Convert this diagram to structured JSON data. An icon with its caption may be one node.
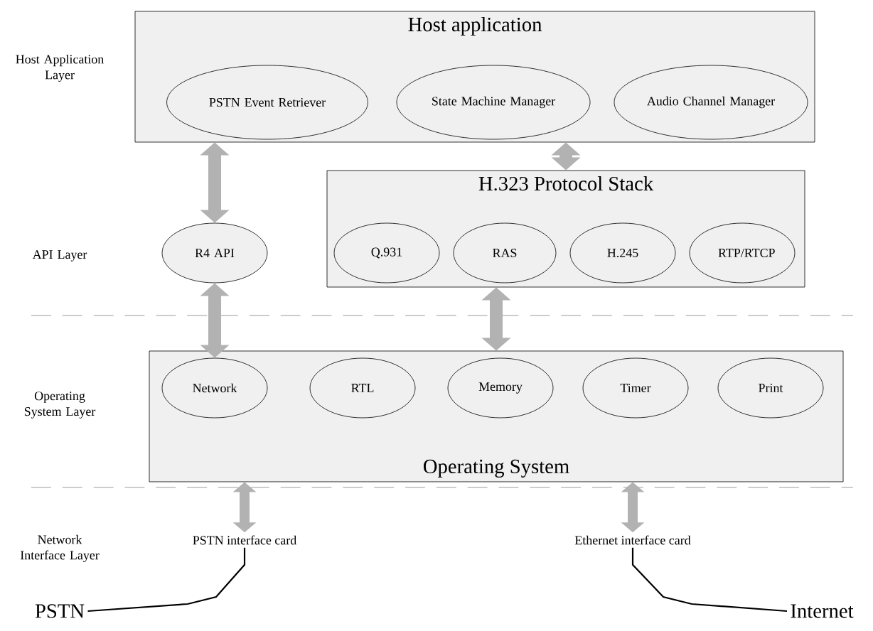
{
  "diagram": {
    "nodes": [
      {
        "text": [
          "Host application"
        ]
      },
      {
        "text": [
          "PSTN Event Retriever"
        ],
        "in": 0
      },
      {
        "text": [
          "State Machine Manager"
        ],
        "in": 0
      },
      {
        "text": [
          "Audio Channel Manager"
        ],
        "in": 0
      },
      {
        "text": [
          "H.323 Protocol Stack"
        ]
      },
      {
        "text": [
          "Q.931"
        ],
        "in": 4
      },
      {
        "text": [
          "RAS"
        ],
        "in": 4
      },
      {
        "text": [
          "H.245"
        ],
        "in": 4
      },
      {
        "text": [
          "RTP/RTCP"
        ],
        "in": 4
      },
      {
        "text": [
          "R4 API"
        ]
      },
      {
        "text": [
          "Operating System"
        ]
      },
      {
        "text": [
          "Network"
        ],
        "in": 10
      },
      {
        "text": [
          "RTL"
        ],
        "in": 10
      },
      {
        "text": [
          "Memory"
        ],
        "in": 10
      },
      {
        "text": [
          "Timer"
        ],
        "in": 10
      },
      {
        "text": [
          "Print"
        ],
        "in": 10
      },
      {
        "text": [
          "PSTN interface card"
        ]
      },
      {
        "text": [
          "Ethernet interface card"
        ]
      },
      {
        "text": [
          "PSTN"
        ]
      },
      {
        "text": [
          "Internet"
        ]
      }
    ],
    "edges": [
      {
        "from": 0,
        "to": 9,
        "arrow": "both"
      },
      {
        "from": 0,
        "to": 4,
        "arrow": "both"
      },
      {
        "from": 9,
        "to": 11,
        "arrow": "both"
      },
      {
        "from": 4,
        "to": 10,
        "arrow": "both"
      },
      {
        "from": 10,
        "to": 16,
        "arrow": "both"
      },
      {
        "from": 10,
        "to": 17,
        "arrow": "both"
      },
      {
        "from": 16,
        "to": 18,
        "arrow": "none",
        "color": "#000000"
      },
      {
        "from": 17,
        "to": 19,
        "arrow": "none",
        "color": "#000000"
      }
    ],
    "labels": [
      "Host Application Layer",
      "API Layer",
      "Operating System Layer",
      "Network Interface Layer"
    ]
  }
}
